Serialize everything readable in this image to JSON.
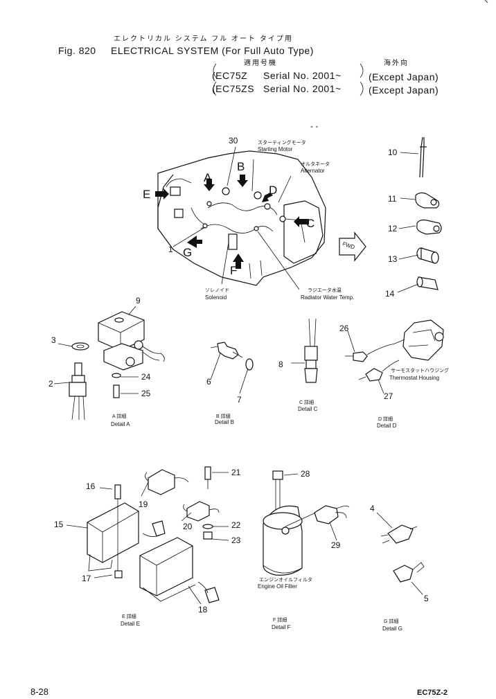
{
  "header": {
    "title_jp": "エレクトリカル システム フル オート タイプ用",
    "fig_label": "Fig. 820",
    "title": "ELECTRICAL SYSTEM (For Full Auto Type)",
    "applicable_jp": "適用号機",
    "overseas_jp": "海外向",
    "serial_lines": [
      {
        "model": "(EC75Z",
        "serial": "Serial No. 2001~",
        "region": "(Except Japan)"
      },
      {
        "model": "(EC75ZS",
        "serial": "Serial No. 2001~",
        "region": "(Except Japan)"
      }
    ]
  },
  "main_view": {
    "view_letters": [
      "A",
      "B",
      "C",
      "D",
      "E",
      "F",
      "G"
    ],
    "starting_motor_jp": "スターティングモータ",
    "starting_motor": "Starting Motor",
    "alternator_jp": "オルタネータ",
    "alternator": "Alternator",
    "solenoid_jp": "ソレノイド",
    "solenoid": "Solenoid",
    "radiator_jp": "ラジエータ水温",
    "radiator": "Radiator Water Temp.",
    "fwd": "FWD",
    "dash": "- -"
  },
  "callouts": [
    "1",
    "2",
    "3",
    "4",
    "5",
    "6",
    "7",
    "8",
    "9",
    "10",
    "11",
    "12",
    "13",
    "14",
    "15",
    "16",
    "17",
    "18",
    "19",
    "20",
    "21",
    "22",
    "23",
    "24",
    "25",
    "26",
    "27",
    "28",
    "29",
    "30"
  ],
  "details": {
    "a_jp": "A 詳細",
    "a": "Detail A",
    "b_jp": "B 詳細",
    "b": "Detail B",
    "c_jp": "C 詳細",
    "c": "Detail C",
    "d_jp": "D 詳細",
    "d": "Detail D",
    "e_jp": "E 詳細",
    "e": "Detail E",
    "f_jp": "F 詳細",
    "f": "Detail F",
    "g_jp": "G 詳細",
    "g": "Detail G"
  },
  "labels": {
    "thermostat_jp": "サーモスタットハウジング",
    "thermostat": "Thermostat Housing",
    "oil_filter_jp": "エンジンオイルフィルタ",
    "oil_filter": "Engine Oil Filter"
  },
  "footer": {
    "page": "8-28",
    "code": "EC75Z-2"
  }
}
